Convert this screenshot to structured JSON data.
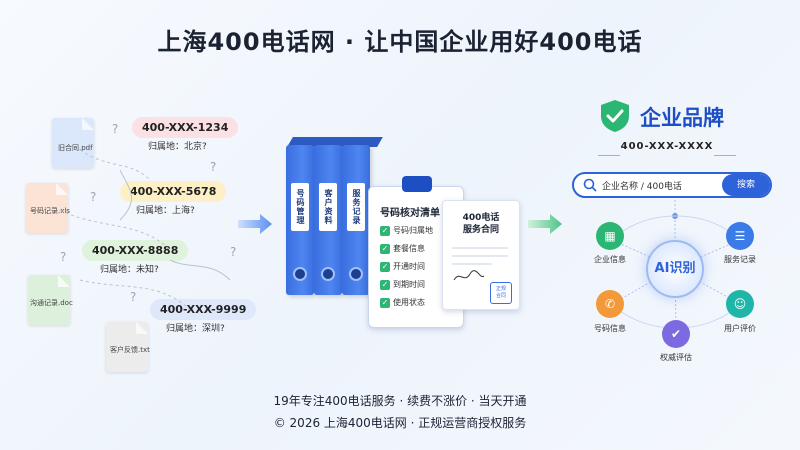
{
  "title": "上海400电话网 · 让中国企业用好400电话",
  "documents": [
    {
      "label": "旧合同.pdf",
      "color": "#dbe8fb"
    },
    {
      "label": "号码记录.xls",
      "color": "#fbe3d6"
    },
    {
      "label": "沟通记录.doc",
      "color": "#dcf0dc"
    },
    {
      "label": "客户反馈.txt",
      "color": "#ececec"
    }
  ],
  "bubbles": [
    {
      "number": "400-XXX-1234",
      "location": "归属地：北京?",
      "color": "#fbe1e3"
    },
    {
      "number": "400-XXX-5678",
      "location": "归属地：上海?",
      "color": "#fdf0c6"
    },
    {
      "number": "400-XXX-8888",
      "location": "归属地：未知?",
      "color": "#dff2dc"
    },
    {
      "number": "400-XXX-9999",
      "location": "归属地：深圳?",
      "color": "#dfe8fb"
    }
  ],
  "binders": [
    "号码管理",
    "客户资料",
    "服务记录"
  ],
  "checklist": {
    "title": "号码核对清单",
    "items": [
      "号码归属地",
      "套餐信息",
      "开通时间",
      "到期时间",
      "使用状态"
    ]
  },
  "contract": {
    "title_line1": "400电话",
    "title_line2": "服务合同",
    "stamp_line1": "正规",
    "stamp_line2": "合同"
  },
  "brand": {
    "name": "企业品牌",
    "number": "400-XXX-XXXX",
    "shield_color": "#2bb673",
    "accent_color": "#2d62d8"
  },
  "search": {
    "placeholder": "企业名称 / 400电话",
    "button": "搜索"
  },
  "ai": {
    "center": "AI识别",
    "nodes": [
      {
        "label": "企业信息",
        "icon": "building-icon",
        "color": "#2bb673"
      },
      {
        "label": "服务记录",
        "icon": "document-icon",
        "color": "#3a7be8"
      },
      {
        "label": "号码信息",
        "icon": "phone-icon",
        "color": "#f29a3a"
      },
      {
        "label": "用户评价",
        "icon": "user-icon",
        "color": "#1fb5a8"
      },
      {
        "label": "权威评估",
        "icon": "shield-icon",
        "color": "#7b6ae0"
      }
    ]
  },
  "footer": {
    "line1": "19年专注400电话服务 · 续费不涨价 · 当天开通",
    "line2": "© 2026 上海400电话网 · 正规运营商授权服务"
  }
}
